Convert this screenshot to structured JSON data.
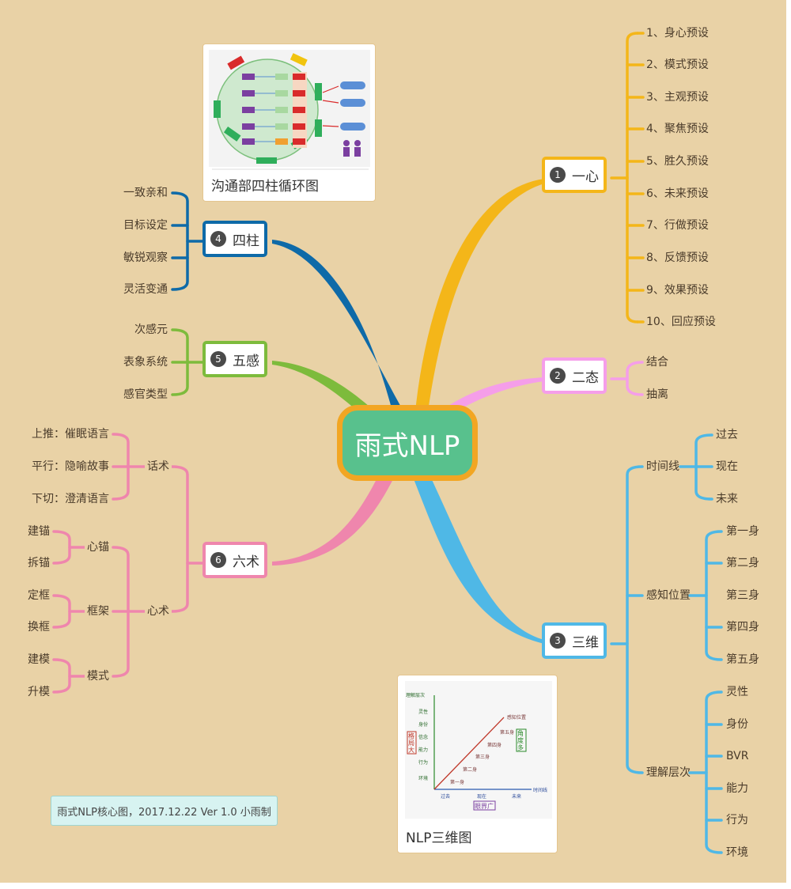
{
  "center": "雨式NLP",
  "branches": {
    "b1": {
      "num": "1",
      "label": "一心",
      "color": "#f4b619",
      "items": [
        "1、身心预设",
        "2、模式预设",
        "3、主观预设",
        "4、聚焦预设",
        "5、胜久预设",
        "6、未来预设",
        "7、行做预设",
        "8、反馈预设",
        "9、效果预设",
        "10、回应预设"
      ]
    },
    "b2": {
      "num": "2",
      "label": "二态",
      "color": "#f59ee9",
      "items": [
        "结合",
        "抽离"
      ]
    },
    "b3": {
      "num": "3",
      "label": "三维",
      "color": "#4fb8e6",
      "subs": [
        {
          "label": "时间线",
          "items": [
            "过去",
            "现在",
            "未来"
          ]
        },
        {
          "label": "感知位置",
          "items": [
            "第一身",
            "第二身",
            "第三身",
            "第四身",
            "第五身"
          ]
        },
        {
          "label": "理解层次",
          "items": [
            "灵性",
            "身份",
            "BVR",
            "能力",
            "行为",
            "环境"
          ]
        }
      ]
    },
    "b4": {
      "num": "4",
      "label": "四柱",
      "color": "#0e6aa8",
      "items": [
        "一致亲和",
        "目标设定",
        "敏锐观察",
        "灵活变通"
      ]
    },
    "b5": {
      "num": "5",
      "label": "五感",
      "color": "#7dbb3c",
      "items": [
        "次感元",
        "表象系统",
        "感官类型"
      ]
    },
    "b6": {
      "num": "6",
      "label": "六术",
      "color": "#ef86ad",
      "huashu": {
        "label": "话术",
        "items": [
          "上推：催眠语言",
          "平行：隐喻故事",
          "下切：澄清语言"
        ]
      },
      "xinshu": {
        "label": "心术",
        "groups": [
          {
            "label": "心锚",
            "items": [
              "建锚",
              "拆锚"
            ]
          },
          {
            "label": "框架",
            "items": [
              "定框",
              "换框"
            ]
          },
          {
            "label": "模式",
            "items": [
              "建模",
              "升模"
            ]
          }
        ]
      }
    }
  },
  "image_cards": {
    "sizhu": {
      "title": "沟通部四柱循环图"
    },
    "sanwei": {
      "title": "NLP三维图",
      "axis_y": "理解层次",
      "axis_x": "时间线",
      "levels": [
        "环境",
        "行为",
        "能力",
        "信念",
        "身份",
        "灵性"
      ],
      "times": [
        "过去",
        "现在",
        "未来"
      ],
      "persons": [
        "第一身",
        "第二身",
        "第三身",
        "第四身",
        "第五身",
        "感知位置"
      ],
      "left_tag": "格局大",
      "right_tag": "角度多",
      "bottom_tag": "眼界广"
    }
  },
  "footer_note": "雨式NLP核心图，2017.12.22 Ver 1.0 小雨制"
}
